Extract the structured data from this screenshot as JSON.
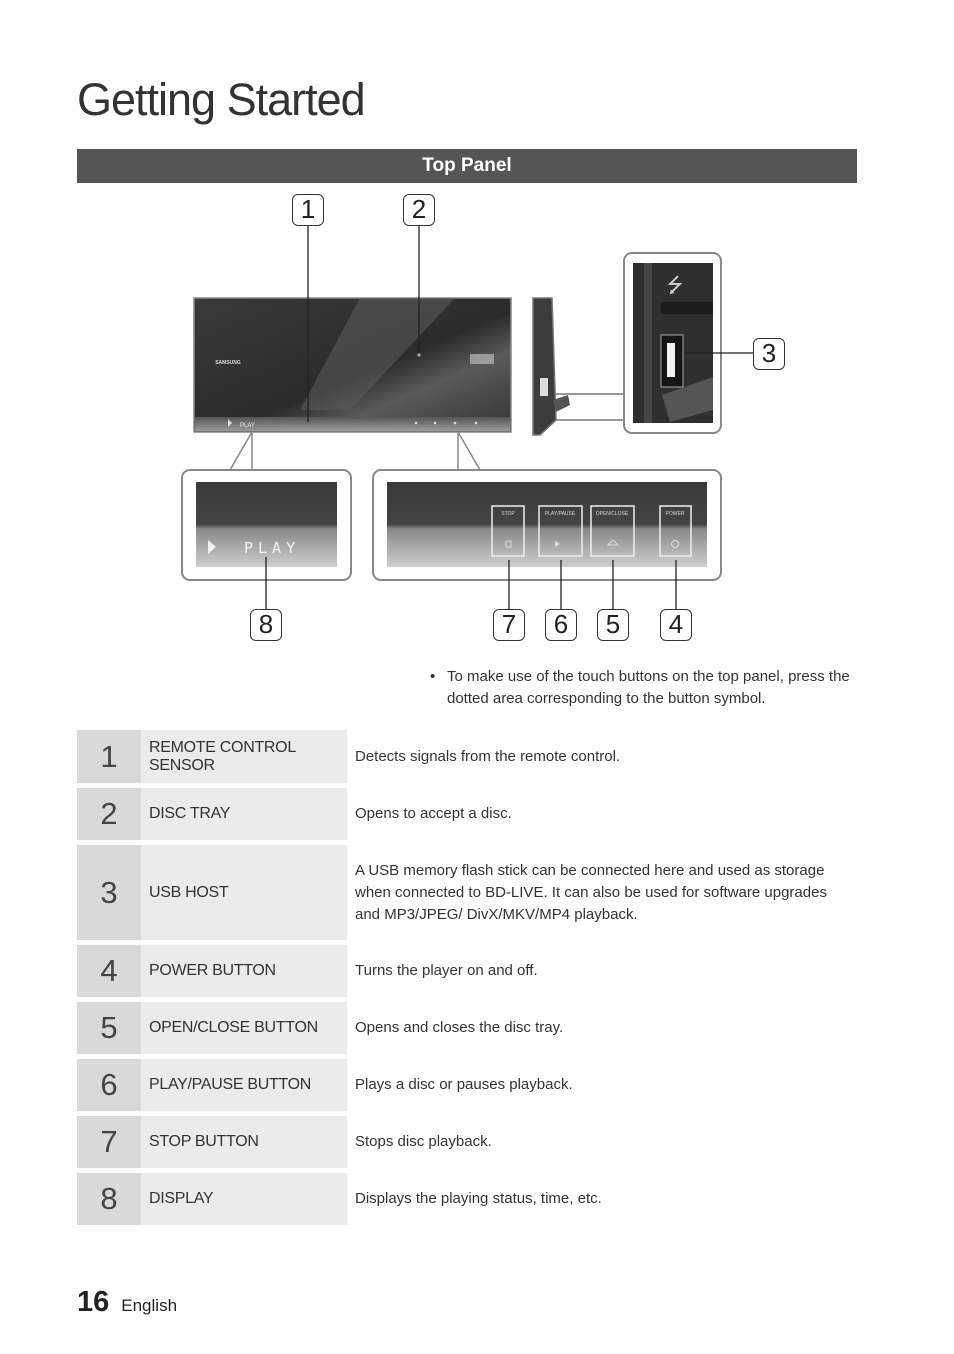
{
  "page": {
    "title": "Getting Started",
    "section": "Top Panel",
    "number": "16",
    "language": "English"
  },
  "figure": {
    "brand": "SAMSUNG",
    "display_text": "PLAY",
    "buttons": {
      "stop": "STOP",
      "play_pause": "PLAY/PAUSE",
      "open_close": "OPEN/CLOSE",
      "power": "POWER"
    },
    "callouts": [
      "1",
      "2",
      "3",
      "4",
      "5",
      "6",
      "7",
      "8"
    ]
  },
  "note": "To make use of the touch buttons on the top panel, press the dotted area corresponding to the button symbol.",
  "items": [
    {
      "num": "1",
      "label": "REMOTE CONTROL SENSOR",
      "desc": "Detects signals from the remote control."
    },
    {
      "num": "2",
      "label": "DISC TRAY",
      "desc": "Opens to accept a disc."
    },
    {
      "num": "3",
      "label": "USB HOST",
      "desc": "A USB memory flash stick can be connected here and used as storage when connected to BD-LIVE. It can also be used for software upgrades and MP3/JPEG/ DivX/MKV/MP4 playback."
    },
    {
      "num": "4",
      "label": "POWER BUTTON",
      "desc": "Turns the player on and off."
    },
    {
      "num": "5",
      "label": "OPEN/CLOSE BUTTON",
      "desc": "Opens and closes the disc tray."
    },
    {
      "num": "6",
      "label": "PLAY/PAUSE BUTTON",
      "desc": "Plays a disc or pauses playback."
    },
    {
      "num": "7",
      "label": "STOP BUTTON",
      "desc": "Stops disc playback."
    },
    {
      "num": "8",
      "label": "DISPLAY",
      "desc": "Displays the playing status, time, etc."
    }
  ]
}
